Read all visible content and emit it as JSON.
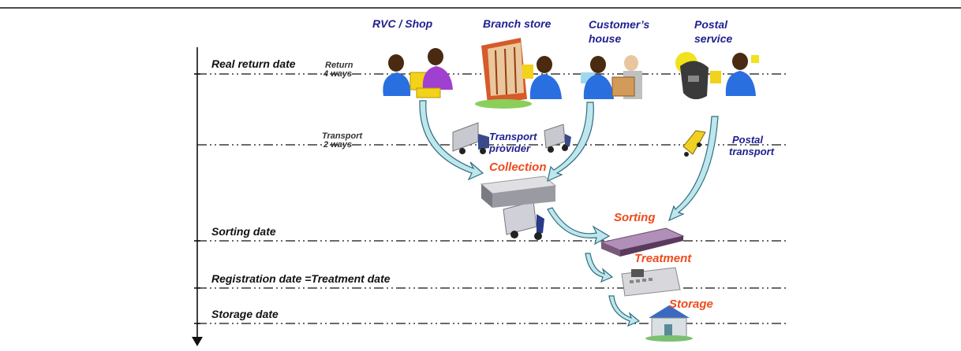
{
  "columns": {
    "rvc": "RVC / Shop",
    "branch": "Branch store",
    "customer": [
      "Customer’s",
      "house"
    ],
    "postal": [
      "Postal",
      "service"
    ]
  },
  "dates": {
    "real_return": "Real return date",
    "sorting": "Sorting date",
    "registration": "Registration date =Treatment date",
    "storage": "Storage date"
  },
  "ways": {
    "return": [
      "Return",
      "4 ways"
    ],
    "transport": [
      "Transport",
      "2 ways"
    ]
  },
  "carriers": {
    "transport_provider": [
      "Transport",
      "provider"
    ],
    "postal_transport": [
      "Postal",
      "transport"
    ]
  },
  "steps": {
    "collection": "Collection",
    "sorting": "Sorting",
    "treatment": "Treatment",
    "storage": "Storage"
  },
  "colors": {
    "navy_text": "#1f1f8f",
    "step_text": "#f04a1a",
    "arrow_fill": "#bfe6ec",
    "arrow_stroke": "#2e6e80",
    "person_blue": "#2a6fe0",
    "person_purple": "#a040d0",
    "folder_yellow": "#f2d21a"
  }
}
